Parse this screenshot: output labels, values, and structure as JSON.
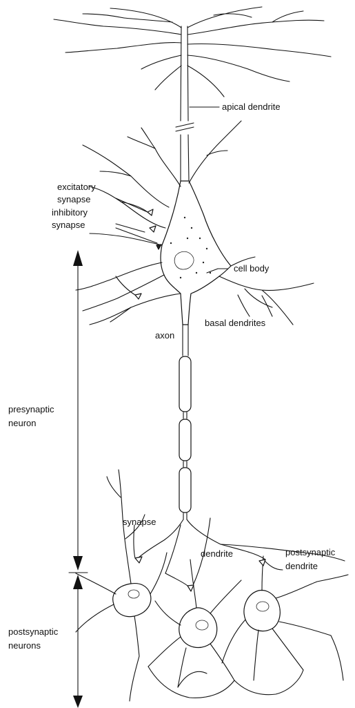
{
  "labels": {
    "apical_dendrite": "apical dendrite",
    "excitatory_synapse_1": "excitatory",
    "excitatory_synapse_2": "synapse",
    "inhibitory_synapse_1": "inhibitory",
    "inhibitory_synapse_2": "synapse",
    "cell_body": "cell body",
    "basal_dendrites": "basal dendrites",
    "axon": "axon",
    "presynaptic_neuron_1": "presynaptic",
    "presynaptic_neuron_2": "neuron",
    "synapse": "synapse",
    "dendrite": "dendrite",
    "postsynaptic_dendrite_1": "postsynaptic",
    "postsynaptic_dendrite_2": "dendrite",
    "postsynaptic_neurons_1": "postsynaptic",
    "postsynaptic_neurons_2": "neurons"
  },
  "colors": {
    "ink": "#111111",
    "background": "#ffffff"
  }
}
